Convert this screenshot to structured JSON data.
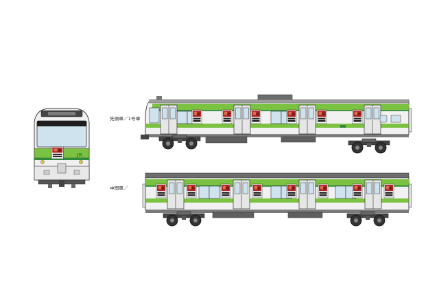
{
  "labels": {
    "front_car": "先頭車／1号車",
    "middle_car": "中間車／"
  },
  "front_view": {
    "logo": "JR"
  },
  "colors": {
    "line_green": "#7cc242",
    "dark_green": "#2e8b3a",
    "body": "#f1f1f1",
    "window": "#cfe3ef",
    "outline": "#333333",
    "roof": "#9e9e9e",
    "ad_red": "#b32a2a"
  }
}
